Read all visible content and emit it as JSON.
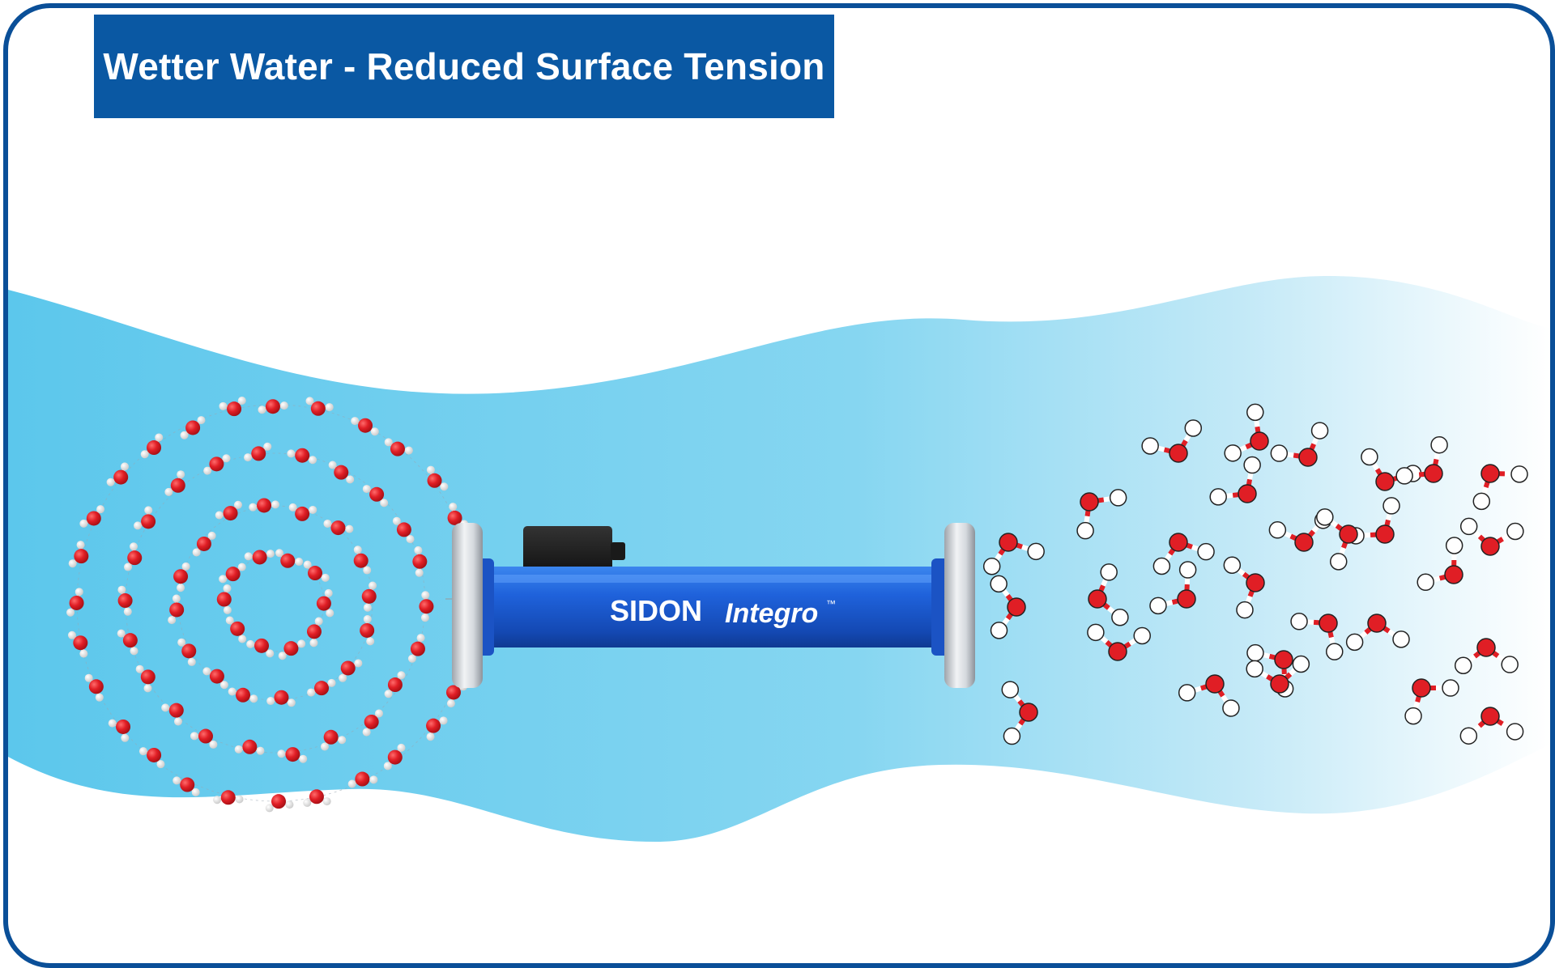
{
  "title": "Wetter Water - Reduced Surface Tension",
  "device": {
    "brand": "SIDON",
    "model": "Integro",
    "trademark": "™"
  },
  "colors": {
    "frame_border": "#0a4f98",
    "banner": "#0a58a3",
    "water_left": "#62c8ec",
    "water_right": "#ffffff",
    "oxygen": "#e01e25",
    "hydrogen_cluster": "#f2f2f2",
    "hydrogen_free": "#ffffff",
    "pipe": "#1f5fd6",
    "flange": "#d9dde2",
    "control_box": "#1a1a1a"
  },
  "icons": {
    "cluster": "water-molecule-cluster-icon",
    "free_molecules": "free-water-molecules-icon",
    "device": "sidon-integro-device-icon"
  }
}
